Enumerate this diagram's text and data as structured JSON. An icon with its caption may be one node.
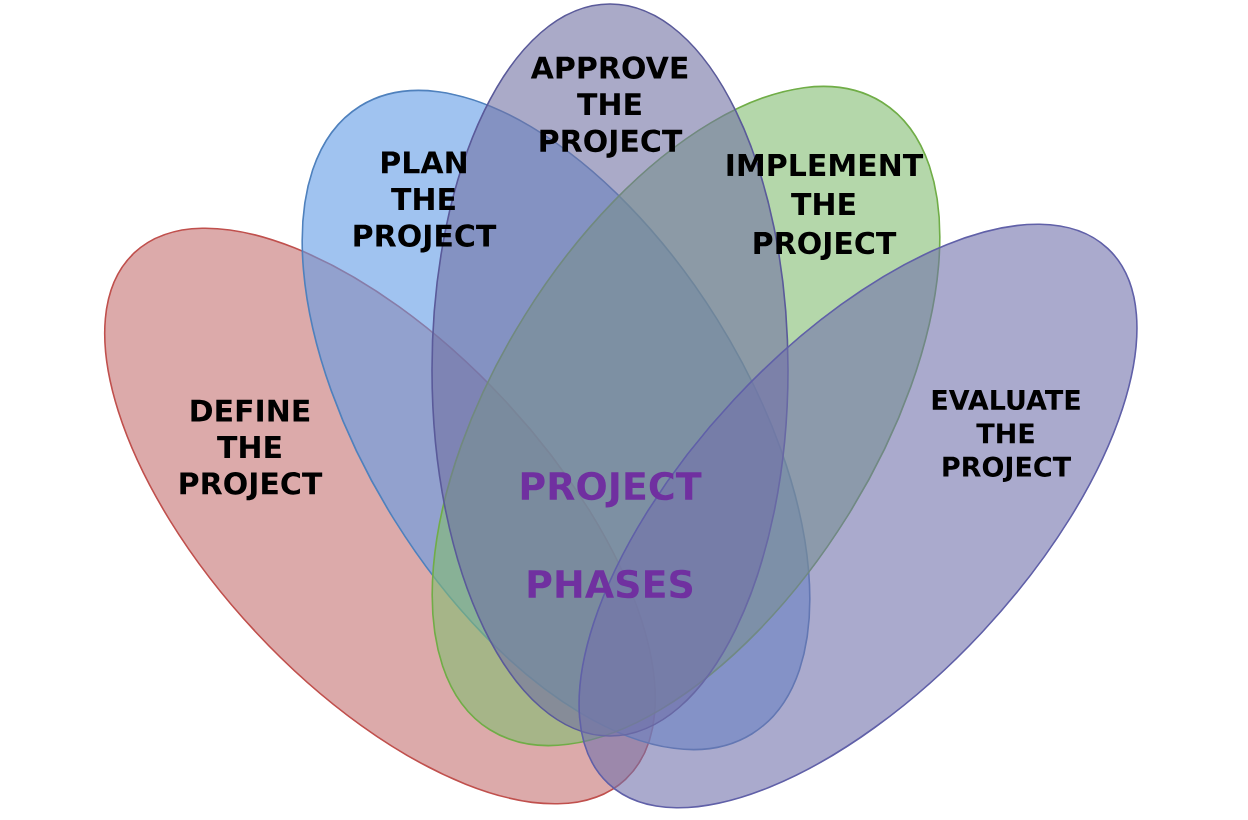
{
  "diagram": {
    "nodes": [
      {
        "text": [
          "DEFINE THE PROJECT"
        ]
      },
      {
        "text": [
          "PLAN THE PROJECT"
        ]
      },
      {
        "text": [
          "APPROVE THE PROJECT"
        ]
      },
      {
        "text": [
          "IMPLEMENT THE PROJECT"
        ]
      },
      {
        "text": [
          "EVALUATE THE PROJECT"
        ]
      }
    ],
    "labels": [
      "PROJECT PHASES"
    ]
  }
}
